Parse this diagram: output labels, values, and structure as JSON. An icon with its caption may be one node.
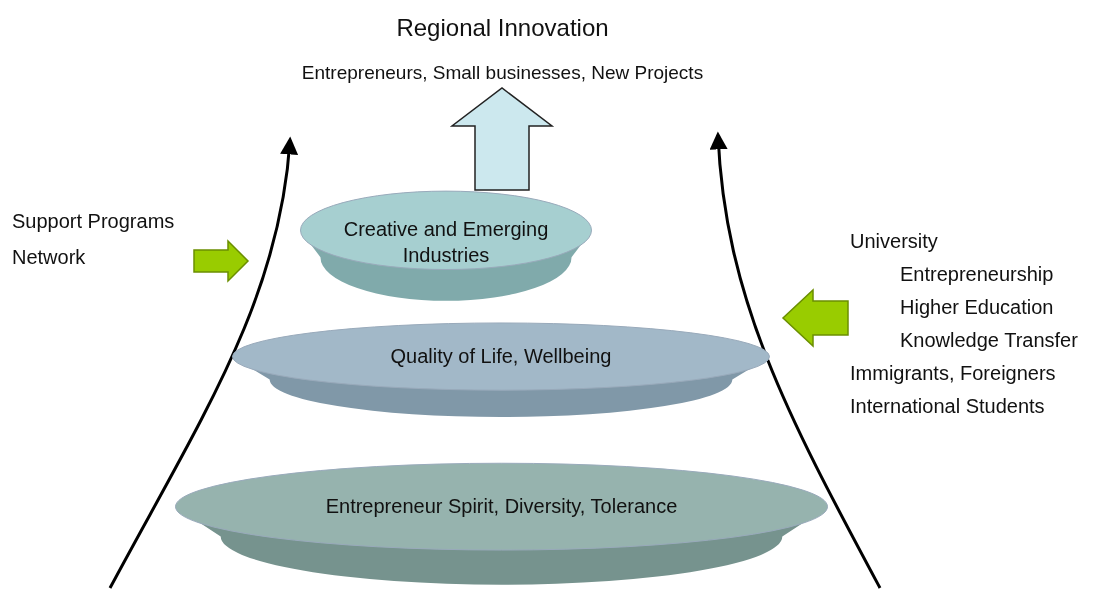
{
  "diagram": {
    "title": "Regional Innovation",
    "nodes": [
      {
        "text": [
          "Entrepreneurs, Small businesses, New Projects"
        ]
      },
      {
        "text": [
          "Creative and Emerging Industries"
        ]
      },
      {
        "text": [
          "Quality of Life, Wellbeing"
        ]
      },
      {
        "text": [
          "Entrepreneur Spirit, Diversity, Tolerance"
        ]
      },
      {
        "text": [
          "Support Programs",
          "Network"
        ]
      },
      {
        "text": [
          "University",
          "Entrepreneurship",
          "Higher Education",
          "Knowledge Transfer",
          "Immigrants, Foreigners",
          "International Students"
        ]
      }
    ],
    "edges": [
      {
        "from": 1,
        "to": 0,
        "arrow": "to",
        "color": "#cce8ee"
      },
      {
        "from": 4,
        "to": null,
        "arrow": "to"
      },
      {
        "from": 5,
        "to": null,
        "arrow": "to"
      }
    ]
  }
}
